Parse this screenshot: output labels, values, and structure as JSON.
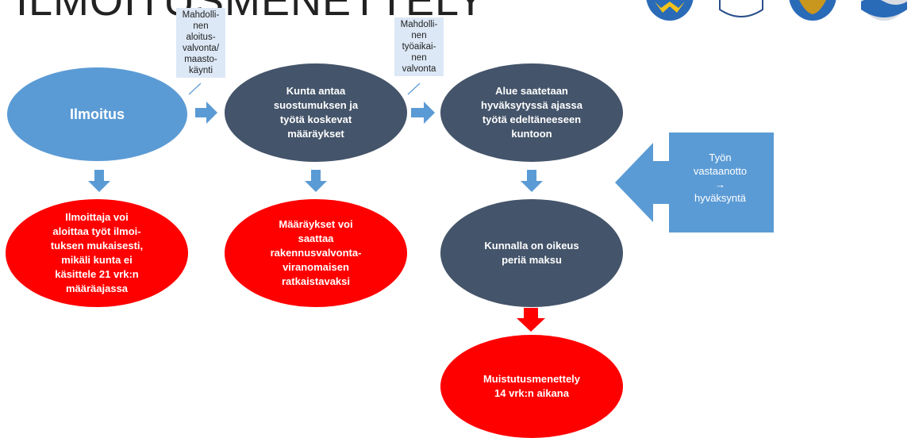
{
  "title": "ILMOITUSMENETTELY",
  "notes": {
    "start_supervision": "Mahdolli-\nnen\naloitus-\nvalvonta/\nmaasto-\nkäynti",
    "worktime_supervision": "Mahdolli-\nnen\ntyöaikai-\nnen\nvalvonta"
  },
  "nodes": {
    "ilmoitus": "Ilmoitus",
    "consent": "Kunta antaa\nsuostumuksen ja\ntyötä koskevat\nmääräykset",
    "restore": "Alue saatetaan\nhyväksytyssä ajassa\ntyötä edeltäneeseen\nkuntoon",
    "fee": "Kunnalla on oikeus\nperiä maksu",
    "start_right": "Ilmoittaja voi\naloittaa työt ilmoi-\ntuksen mukaisesti,\nmikäli kunta ei\nkäsittele 21 vrk:n\nmääräajassa",
    "appeal": "Määräykset voi\nsaattaa\nrakennusvalvonta-\nviranomaisen\nratkaistavaksi",
    "reminder": "Muistutusmenettely\n14 vrk:n aikana"
  },
  "callout": "Työn\nvastaanotto\n→\nhyväksyntä",
  "colors": {
    "light_blue": "#5b9bd5",
    "dark_slate": "#44546a",
    "red": "#ff0000",
    "note_bg": "#dce8f6"
  }
}
